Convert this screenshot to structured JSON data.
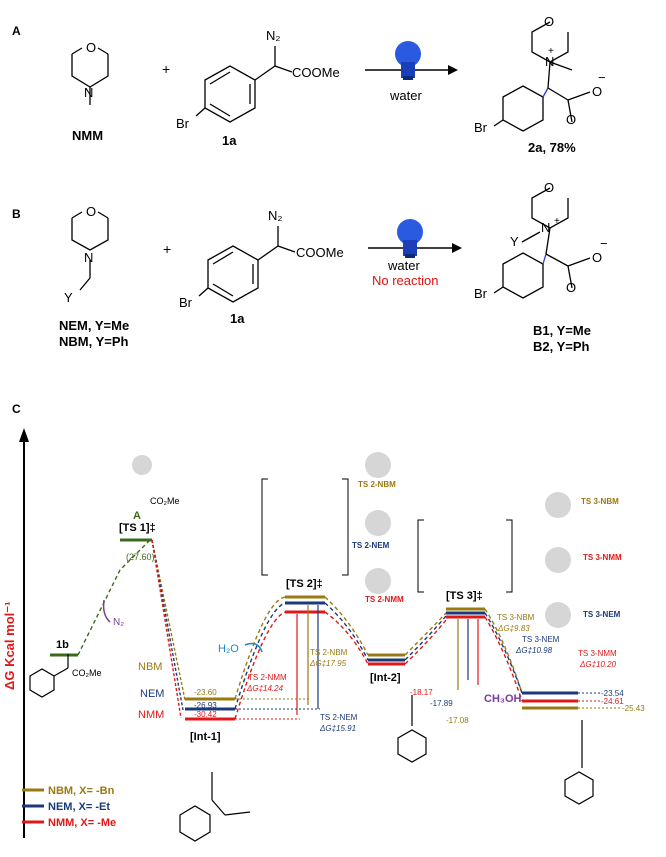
{
  "panel_a": {
    "letter": "A",
    "reactant1": "NMM",
    "plus": "+",
    "reactant2": "1a",
    "br": "Br",
    "n2": "N₂",
    "coome": "COOMe",
    "condition": "water",
    "product": "2a, 78%",
    "plus_charge": "+",
    "minus_charge": "−"
  },
  "panel_b": {
    "letter": "B",
    "reactant1_a": "NEM, Y=Me",
    "reactant1_b": "NBM, Y=Ph",
    "y": "Y",
    "plus": "+",
    "reactant2": "1a",
    "br": "Br",
    "n2": "N₂",
    "coome": "COOMe",
    "condition": "water",
    "no_reaction": "No reaction",
    "product_a": "B1, Y=Me",
    "product_b": "B2, Y=Ph"
  },
  "panel_c": {
    "letter": "C",
    "y_axis": "ΔG Kcal mol⁻¹",
    "species": {
      "b1": "1b",
      "a": "A",
      "ts1": "[TS 1]‡",
      "ts1_val": "(27.60)",
      "n2": "N₂",
      "h2o": "H₂O",
      "ts2": "[TS 2]‡",
      "int1": "[Int-1]",
      "int2": "[Int-2]",
      "ts3": "[TS 3]‡",
      "ch3oh": "CH₃OH",
      "nbm": "NBM",
      "nem": "NEM",
      "nmm": "NMM",
      "co2me": "CO₂Me"
    },
    "values": {
      "int1_nbm": "-23.60",
      "int1_nem": "-26.93",
      "int1_nmm": "-30.42",
      "int2_nmm": "-18.17",
      "int2_nem": "-17.89",
      "int2_nbm": "-17.08",
      "prod_nem": "-23.54",
      "prod_nmm": "-24.61",
      "prod_nbm": "-25.43"
    },
    "barriers": {
      "ts2_nmm_label": "TS 2-NMM",
      "ts2_nmm_dg": "ΔG‡14.24",
      "ts2_nbm_label": "TS 2-NBM",
      "ts2_nbm_dg": "ΔG‡17.95",
      "ts2_nem_label": "TS 2-NEM",
      "ts2_nem_dg": "ΔG‡15.91",
      "ts3_nbm_label": "TS 3-NBM",
      "ts3_nbm_dg": "ΔG‡9.83",
      "ts3_nem_label": "TS 3-NEM",
      "ts3_nem_dg": "ΔG‡10.98",
      "ts3_nmm_label": "TS 3-NMM",
      "ts3_nmm_dg": "ΔG‡10.20"
    },
    "structures": {
      "ts2_nbm": "TS 2-NBM",
      "ts2_nem": "TS 2-NEM",
      "ts2_nmm": "TS 2-NMM",
      "ts3_nbm": "TS 3-NBM",
      "ts3_nmm": "TS 3-NMM",
      "ts3_nem": "TS 3-NEM"
    },
    "legend": [
      {
        "label": "NBM, X= -Bn",
        "color": "#9a7a10"
      },
      {
        "label": "NEM, X= -Et",
        "color": "#1b3a7a"
      },
      {
        "label": "NMM, X= -Me",
        "color": "#e01818"
      }
    ],
    "colors": {
      "nbm": "#9a7a10",
      "nem": "#1b3a7a",
      "nmm": "#e01818",
      "green": "#3a6b1c"
    }
  }
}
